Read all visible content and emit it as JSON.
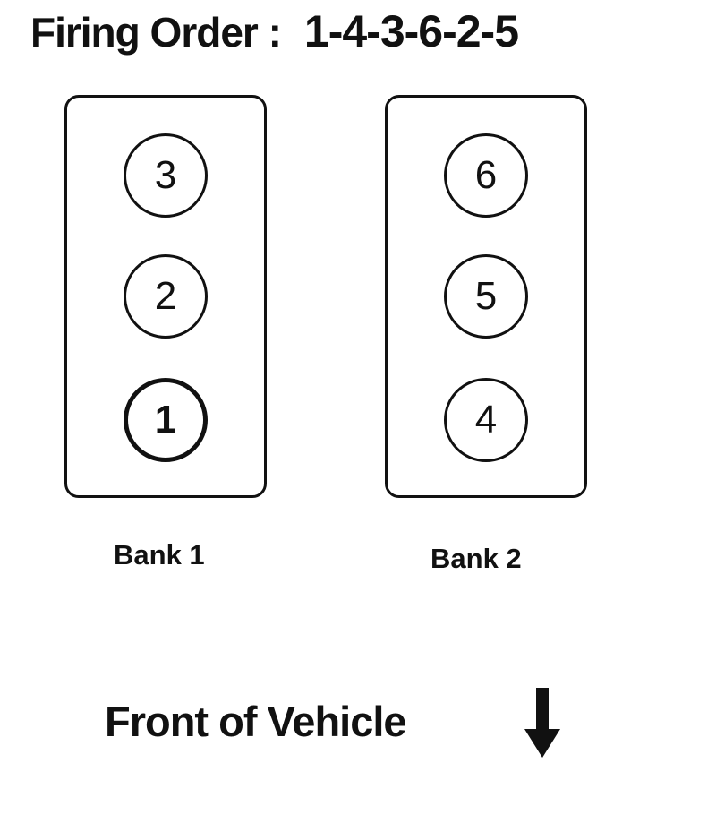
{
  "title": {
    "label": "Firing Order :",
    "value": "1-4-3-6-2-5"
  },
  "banks": [
    {
      "label": "Bank 1",
      "cylinders": [
        "3",
        "2",
        "1"
      ]
    },
    {
      "label": "Bank 2",
      "cylinders": [
        "6",
        "5",
        "4"
      ]
    }
  ],
  "front": {
    "label": "Front of Vehicle",
    "icon": "arrow-down-icon"
  },
  "colors": {
    "ink": "#111111",
    "background": "#ffffff"
  }
}
